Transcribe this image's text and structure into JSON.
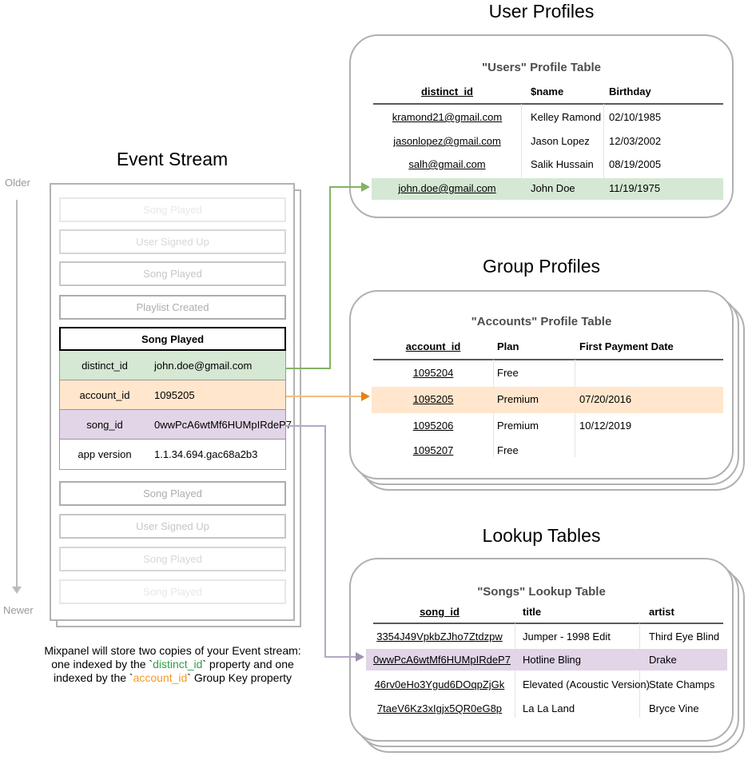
{
  "colors": {
    "green_highlight": "#d5e8d4",
    "orange_highlight": "#ffe6cc",
    "purple_highlight": "#e1d5e7",
    "green_arrow": "#82b366",
    "orange_arrow": "#e8820e",
    "purple_arrow": "#b5a7c6",
    "distinct_id_code_text": "#2e9e49",
    "account_id_code_text": "#f59a23"
  },
  "event_stream": {
    "title": "Event Stream",
    "older_label": "Older",
    "newer_label": "Newer",
    "events_above": [
      "Song Played",
      "User Signed Up",
      "Song Played",
      "Playlist Created"
    ],
    "active_event": {
      "title": "Song Played",
      "properties": [
        {
          "key": "distinct_id",
          "value": "john.doe@gmail.com"
        },
        {
          "key": "account_id",
          "value": "1095205"
        },
        {
          "key": "song_id",
          "value": "0wwPcA6wtMf6HUMpIRdeP7"
        },
        {
          "key": "app version",
          "value": "1.1.34.694.gac68a2b3"
        }
      ]
    },
    "events_below": [
      "Song Played",
      "User Signed Up",
      "Song Played",
      "Song Played"
    ]
  },
  "caption": {
    "line1": "Mixpanel will store two copies of your Event stream:",
    "line2_a": "one indexed by the `",
    "line2_b": "distinct_id",
    "line2_c": "` property and one",
    "line3_a": "indexed by the `",
    "line3_b": "account_id",
    "line3_c": "` Group Key property"
  },
  "user_profiles": {
    "section_title": "User Profiles",
    "table_title": "\"Users\" Profile Table",
    "columns": [
      "distinct_id",
      "$name",
      "Birthday"
    ],
    "rows": [
      {
        "distinct_id": "kramond21@gmail.com",
        "name": "Kelley Ramond",
        "birthday": "02/10/1985",
        "highlighted": false
      },
      {
        "distinct_id": "jasonlopez@gmail.com",
        "name": "Jason Lopez",
        "birthday": "12/03/2002",
        "highlighted": false
      },
      {
        "distinct_id": "salh@gmail.com",
        "name": "Salik Hussain",
        "birthday": "08/19/2005",
        "highlighted": false
      },
      {
        "distinct_id": "john.doe@gmail.com",
        "name": "John Doe",
        "birthday": "11/19/1975",
        "highlighted": true
      }
    ]
  },
  "group_profiles": {
    "section_title": "Group Profiles",
    "table_title": "\"Accounts\" Profile Table",
    "columns": [
      "account_id",
      "Plan",
      "First Payment Date"
    ],
    "rows": [
      {
        "account_id": "1095204",
        "plan": "Free",
        "first_payment_date": "",
        "highlighted": false
      },
      {
        "account_id": "1095205",
        "plan": "Premium",
        "first_payment_date": "07/20/2016",
        "highlighted": true
      },
      {
        "account_id": "1095206",
        "plan": "Premium",
        "first_payment_date": "10/12/2019",
        "highlighted": false
      },
      {
        "account_id": "1095207",
        "plan": "Free",
        "first_payment_date": "",
        "highlighted": false
      }
    ]
  },
  "lookup_tables": {
    "section_title": "Lookup Tables",
    "table_title": "\"Songs\" Lookup Table",
    "columns": [
      "song_id",
      "title",
      "artist"
    ],
    "rows": [
      {
        "song_id": "3354J49VpkbZJho7Ztdzpw",
        "title": "Jumper - 1998 Edit",
        "artist": "Third Eye Blind",
        "highlighted": false
      },
      {
        "song_id": "0wwPcA6wtMf6HUMpIRdeP7",
        "title": "Hotline Bling",
        "artist": "Drake",
        "highlighted": true
      },
      {
        "song_id": "46rv0eHo3Ygud6DOqpZjGk",
        "title": "Elevated (Acoustic Version)",
        "artist": "State Champs",
        "highlighted": false
      },
      {
        "song_id": "7taeV6Kz3xIgjx5QR0eG8p",
        "title": "La La Land",
        "artist": "Bryce Vine",
        "highlighted": false
      }
    ]
  }
}
